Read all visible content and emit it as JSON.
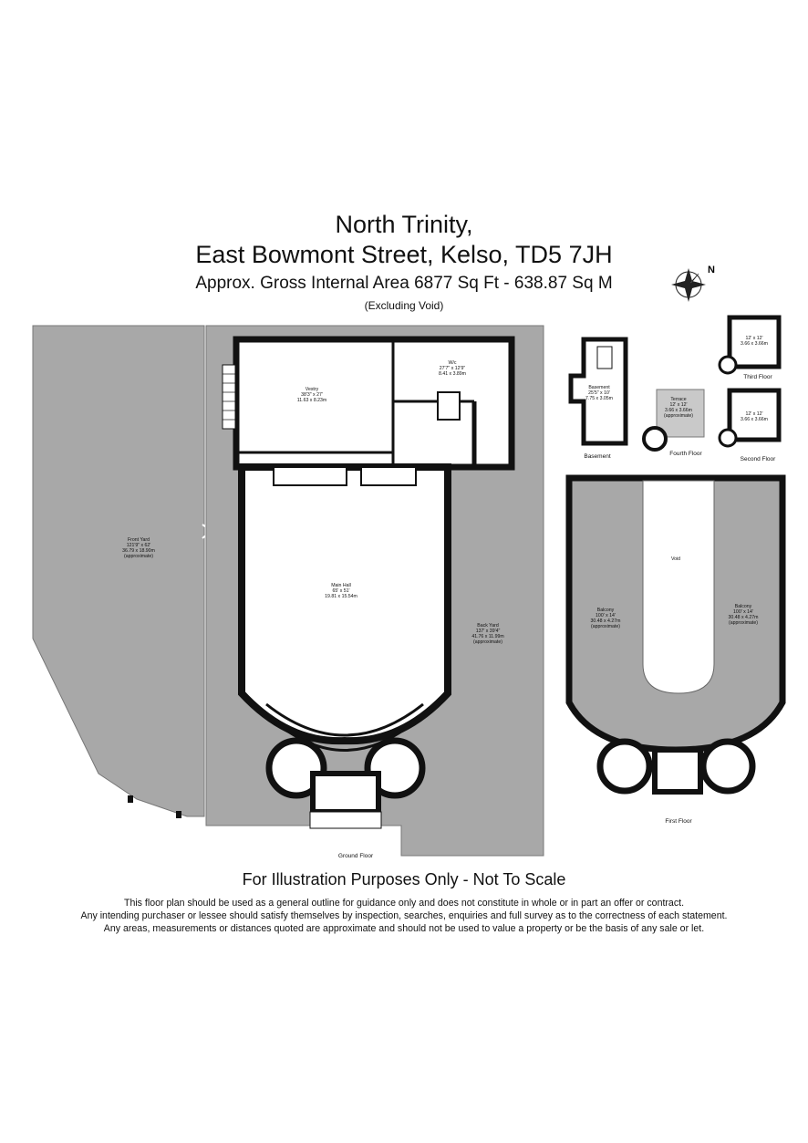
{
  "header": {
    "title_line1": "North Trinity,",
    "title_line2": "East Bowmont Street, Kelso, TD5 7JH",
    "area": "Approx. Gross Internal Area   6877 Sq Ft  -  638.87 Sq M",
    "void_note": "(Excluding Void)"
  },
  "compass": {
    "label": "N"
  },
  "rooms": {
    "front_yard": {
      "name": "Front Yard",
      "dim_imperial": "121'9\" x 62'",
      "dim_metric": "36.79 x 18.90m",
      "note": "(approximate)"
    },
    "vestry": {
      "name": "Vestry",
      "dim_imperial": "38'3\" x 27'",
      "dim_metric": "11.63 x 8.23m"
    },
    "wc": {
      "name": "W/c",
      "dim_imperial": "27'7\" x 12'9\"",
      "dim_metric": "8.41 x 3.89m"
    },
    "main_hall": {
      "name": "Main Hall",
      "dim_imperial": "65' x 51'",
      "dim_metric": "19.81 x 15.54m"
    },
    "back_yard": {
      "name": "Back Yard",
      "dim_imperial": "137' x 39'4\"",
      "dim_metric": "41.76 x 11.99m",
      "note": "(approximate)"
    },
    "basement": {
      "name": "Basement",
      "dim_imperial": "25'5\" x 10'",
      "dim_metric": "7.75 x 3.05m"
    },
    "terrace": {
      "name": "Terrace",
      "dim_imperial": "12' x 12'",
      "dim_metric": "3.66 x 3.66m",
      "note": "(approximate)"
    },
    "third_floor_room": {
      "dim_imperial": "12' x 12'",
      "dim_metric": "3.66 x 3.66m"
    },
    "second_floor_room": {
      "dim_imperial": "12' x 12'",
      "dim_metric": "3.66 x 3.66m"
    },
    "void": {
      "name": "Void"
    },
    "balcony_left": {
      "name": "Balcony",
      "dim_imperial": "100' x 14'",
      "dim_metric": "30.48 x 4.27m",
      "note": "(approximate)"
    },
    "balcony_right": {
      "name": "Balcony",
      "dim_imperial": "100' x 14'",
      "dim_metric": "30.48 x 4.27m",
      "note": "(approximate)"
    }
  },
  "floor_labels": {
    "ground": "Ground Floor",
    "first": "First Floor",
    "basement": "Basement",
    "fourth": "Fourth Floor",
    "third": "Third Floor",
    "second": "Second Floor"
  },
  "footer": {
    "heading": "For Illustration Purposes Only - Not To Scale",
    "line1": "This floor plan should be used as a general outline for guidance only and does not constitute in whole or in part an offer or contract.",
    "line2": "Any intending purchaser or lessee should satisfy themselves by inspection, searches, enquiries and full survey as to the correctness of each statement.",
    "line3": "Any areas, measurements or distances quoted are approximate and should not be used to value a property or be the basis of any sale or let."
  },
  "colors": {
    "yard": "#a8a8a8",
    "wall": "#111111",
    "interior": "#ffffff"
  }
}
